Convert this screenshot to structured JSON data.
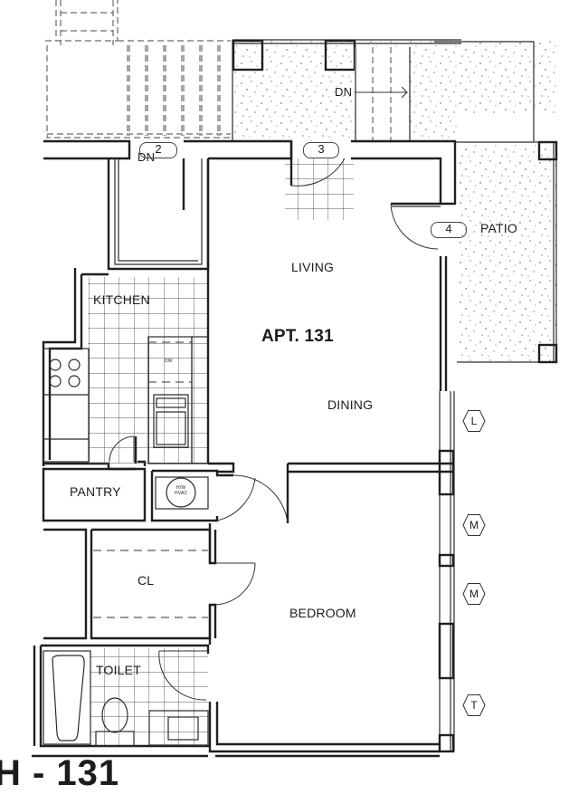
{
  "plan": {
    "title": "APT. 131",
    "sheet_label": "H - 131"
  },
  "rooms": {
    "living": "LIVING",
    "dining": "DINING",
    "kitchen": "KITCHEN",
    "pantry": "PANTRY",
    "closet": "CL",
    "bedroom": "BEDROOM",
    "toilet": "TOILET",
    "patio": "PATIO"
  },
  "fixtures": {
    "dishwasher": "DW",
    "hvac_line1": "H/W",
    "hvac_line2": "HVAC"
  },
  "stairs": {
    "left_dn": "DN",
    "top_dn": "DN"
  },
  "door_tags": [
    {
      "number": "2"
    },
    {
      "number": "3"
    },
    {
      "number": "4"
    }
  ],
  "window_tags": [
    {
      "letter": "L"
    },
    {
      "letter": "M"
    },
    {
      "letter": "M"
    },
    {
      "letter": "T"
    }
  ],
  "colors": {
    "line": "#1f1f1f",
    "background": "#ffffff",
    "stipple": "#444444"
  }
}
